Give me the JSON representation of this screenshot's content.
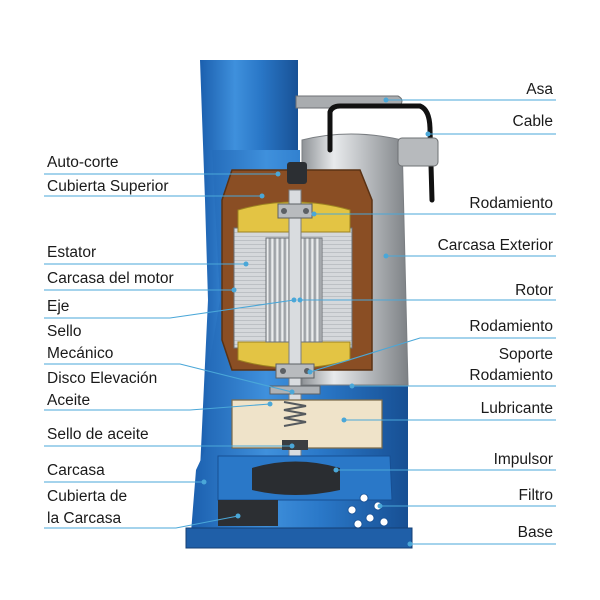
{
  "labels_left": {
    "auto_corte": "Auto-corte",
    "cubierta_superior": "Cubierta Superior",
    "estator": "Estator",
    "carcasa_motor": "Carcasa del motor",
    "eje": "Eje",
    "sello_mecanico_1": "Sello",
    "sello_mecanico_2": "Mecánico",
    "disco_elevacion_1": "Disco Elevación",
    "disco_elevacion_2": "Aceite",
    "sello_aceite": "Sello de aceite",
    "carcasa": "Carcasa",
    "cubierta_carcasa_1": "Cubierta de",
    "cubierta_carcasa_2": "la Carcasa"
  },
  "labels_right": {
    "asa": "Asa",
    "cable": "Cable",
    "rodamiento_superior": "Rodamiento",
    "carcasa_exterior": "Carcasa Exterior",
    "rotor": "Rotor",
    "rodamiento_inferior": "Rodamiento",
    "soporte_rodamiento_1": "Soporte",
    "soporte_rodamiento_2": "Rodamiento",
    "lubricante": "Lubricante",
    "impulsor": "Impulsor",
    "filtro": "Filtro",
    "base": "Base"
  },
  "colors": {
    "shell_blue": "#1f6fc2",
    "shell_light": "#4fa0e6",
    "steel": "#c4c6c8",
    "copper": "#9a5a2c",
    "winding": "#e7c94a",
    "oil_cream": "#efe3c9",
    "leader": "#4aa7d8"
  }
}
